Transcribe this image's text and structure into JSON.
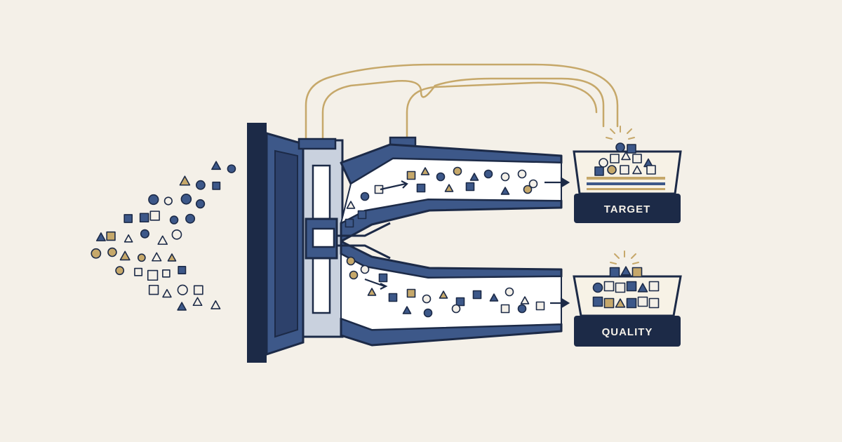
{
  "colors": {
    "background": "#f4f0e8",
    "navy": "#1c2a47",
    "blue": "#3d5889",
    "light_blue": "#c9d1de",
    "gold": "#c6a86a",
    "cream": "#f7f2e6",
    "white": "#ffffff"
  },
  "outputs": {
    "target": {
      "label": "TARGET"
    },
    "quality": {
      "label": "QUALITY"
    }
  },
  "icons": [
    "circle-particle",
    "square-particle",
    "triangle-particle",
    "arrow-icon",
    "glow-rays-icon"
  ]
}
